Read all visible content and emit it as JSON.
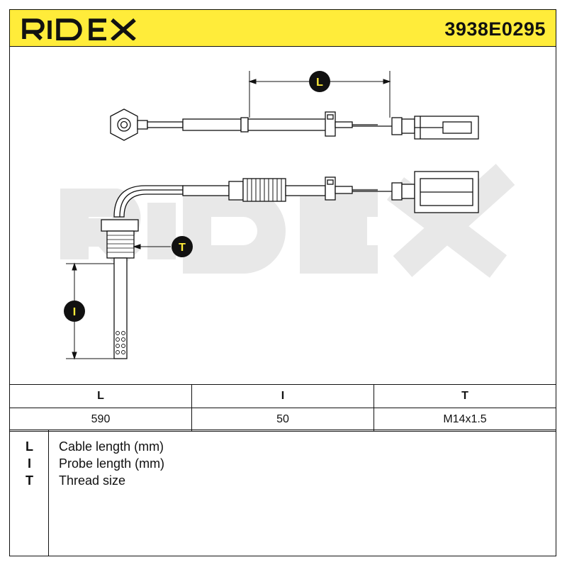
{
  "brand": {
    "name": "RIDEX",
    "accent": "#ffec3a",
    "watermark_color": "#e8e8e8"
  },
  "part_number": "3938E0295",
  "dimension_markers": {
    "L": "L",
    "I": "I",
    "T": "T"
  },
  "spec_table": {
    "headers": [
      "L",
      "I",
      "T"
    ],
    "values": [
      "590",
      "50",
      "M14x1.5"
    ]
  },
  "legend": [
    {
      "key": "L",
      "description": "Cable length (mm)"
    },
    {
      "key": "I",
      "description": "Probe length (mm)"
    },
    {
      "key": "T",
      "description": "Thread size"
    }
  ]
}
